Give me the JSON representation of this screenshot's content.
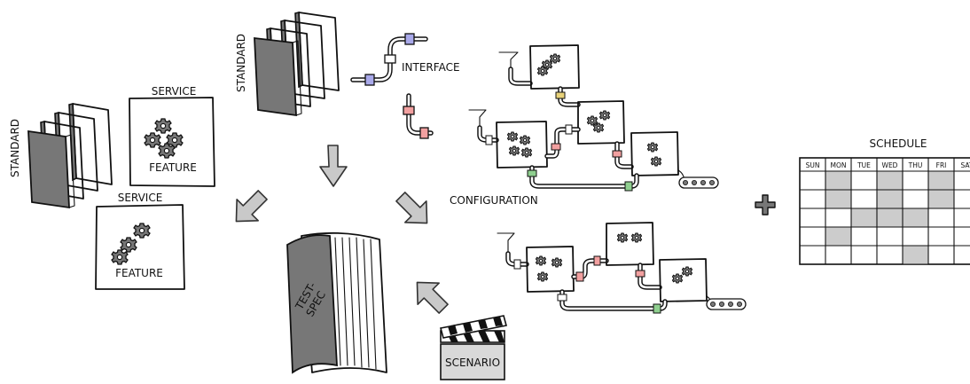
{
  "labels": {
    "standard_left": "STANDARD",
    "standard_top": "STANDARD",
    "service_top": "SERVICE",
    "feature_top": "FEATURE",
    "service_bottom": "SERVICE",
    "feature_bottom": "FEATURE",
    "interface": "INTERFACE",
    "configuration": "CONFIGURATION",
    "schedule": "SCHEDULE",
    "test_spec_line1": "TEST-",
    "test_spec_line2": "SPEC",
    "scenario": "SCENARIO"
  },
  "schedule": {
    "days": [
      "SUN",
      "MON",
      "TUE",
      "WED",
      "THU",
      "FRI",
      "SAT"
    ]
  },
  "colors": {
    "pipe_blue": "#a9a9ea",
    "pipe_red": "#f2a0a0",
    "pipe_yellow": "#e8d27a",
    "pipe_green": "#8fcf8f",
    "book_gray": "#777777",
    "arrow_gray": "#c9c9c9",
    "calendar_shade": "#cccccc"
  }
}
